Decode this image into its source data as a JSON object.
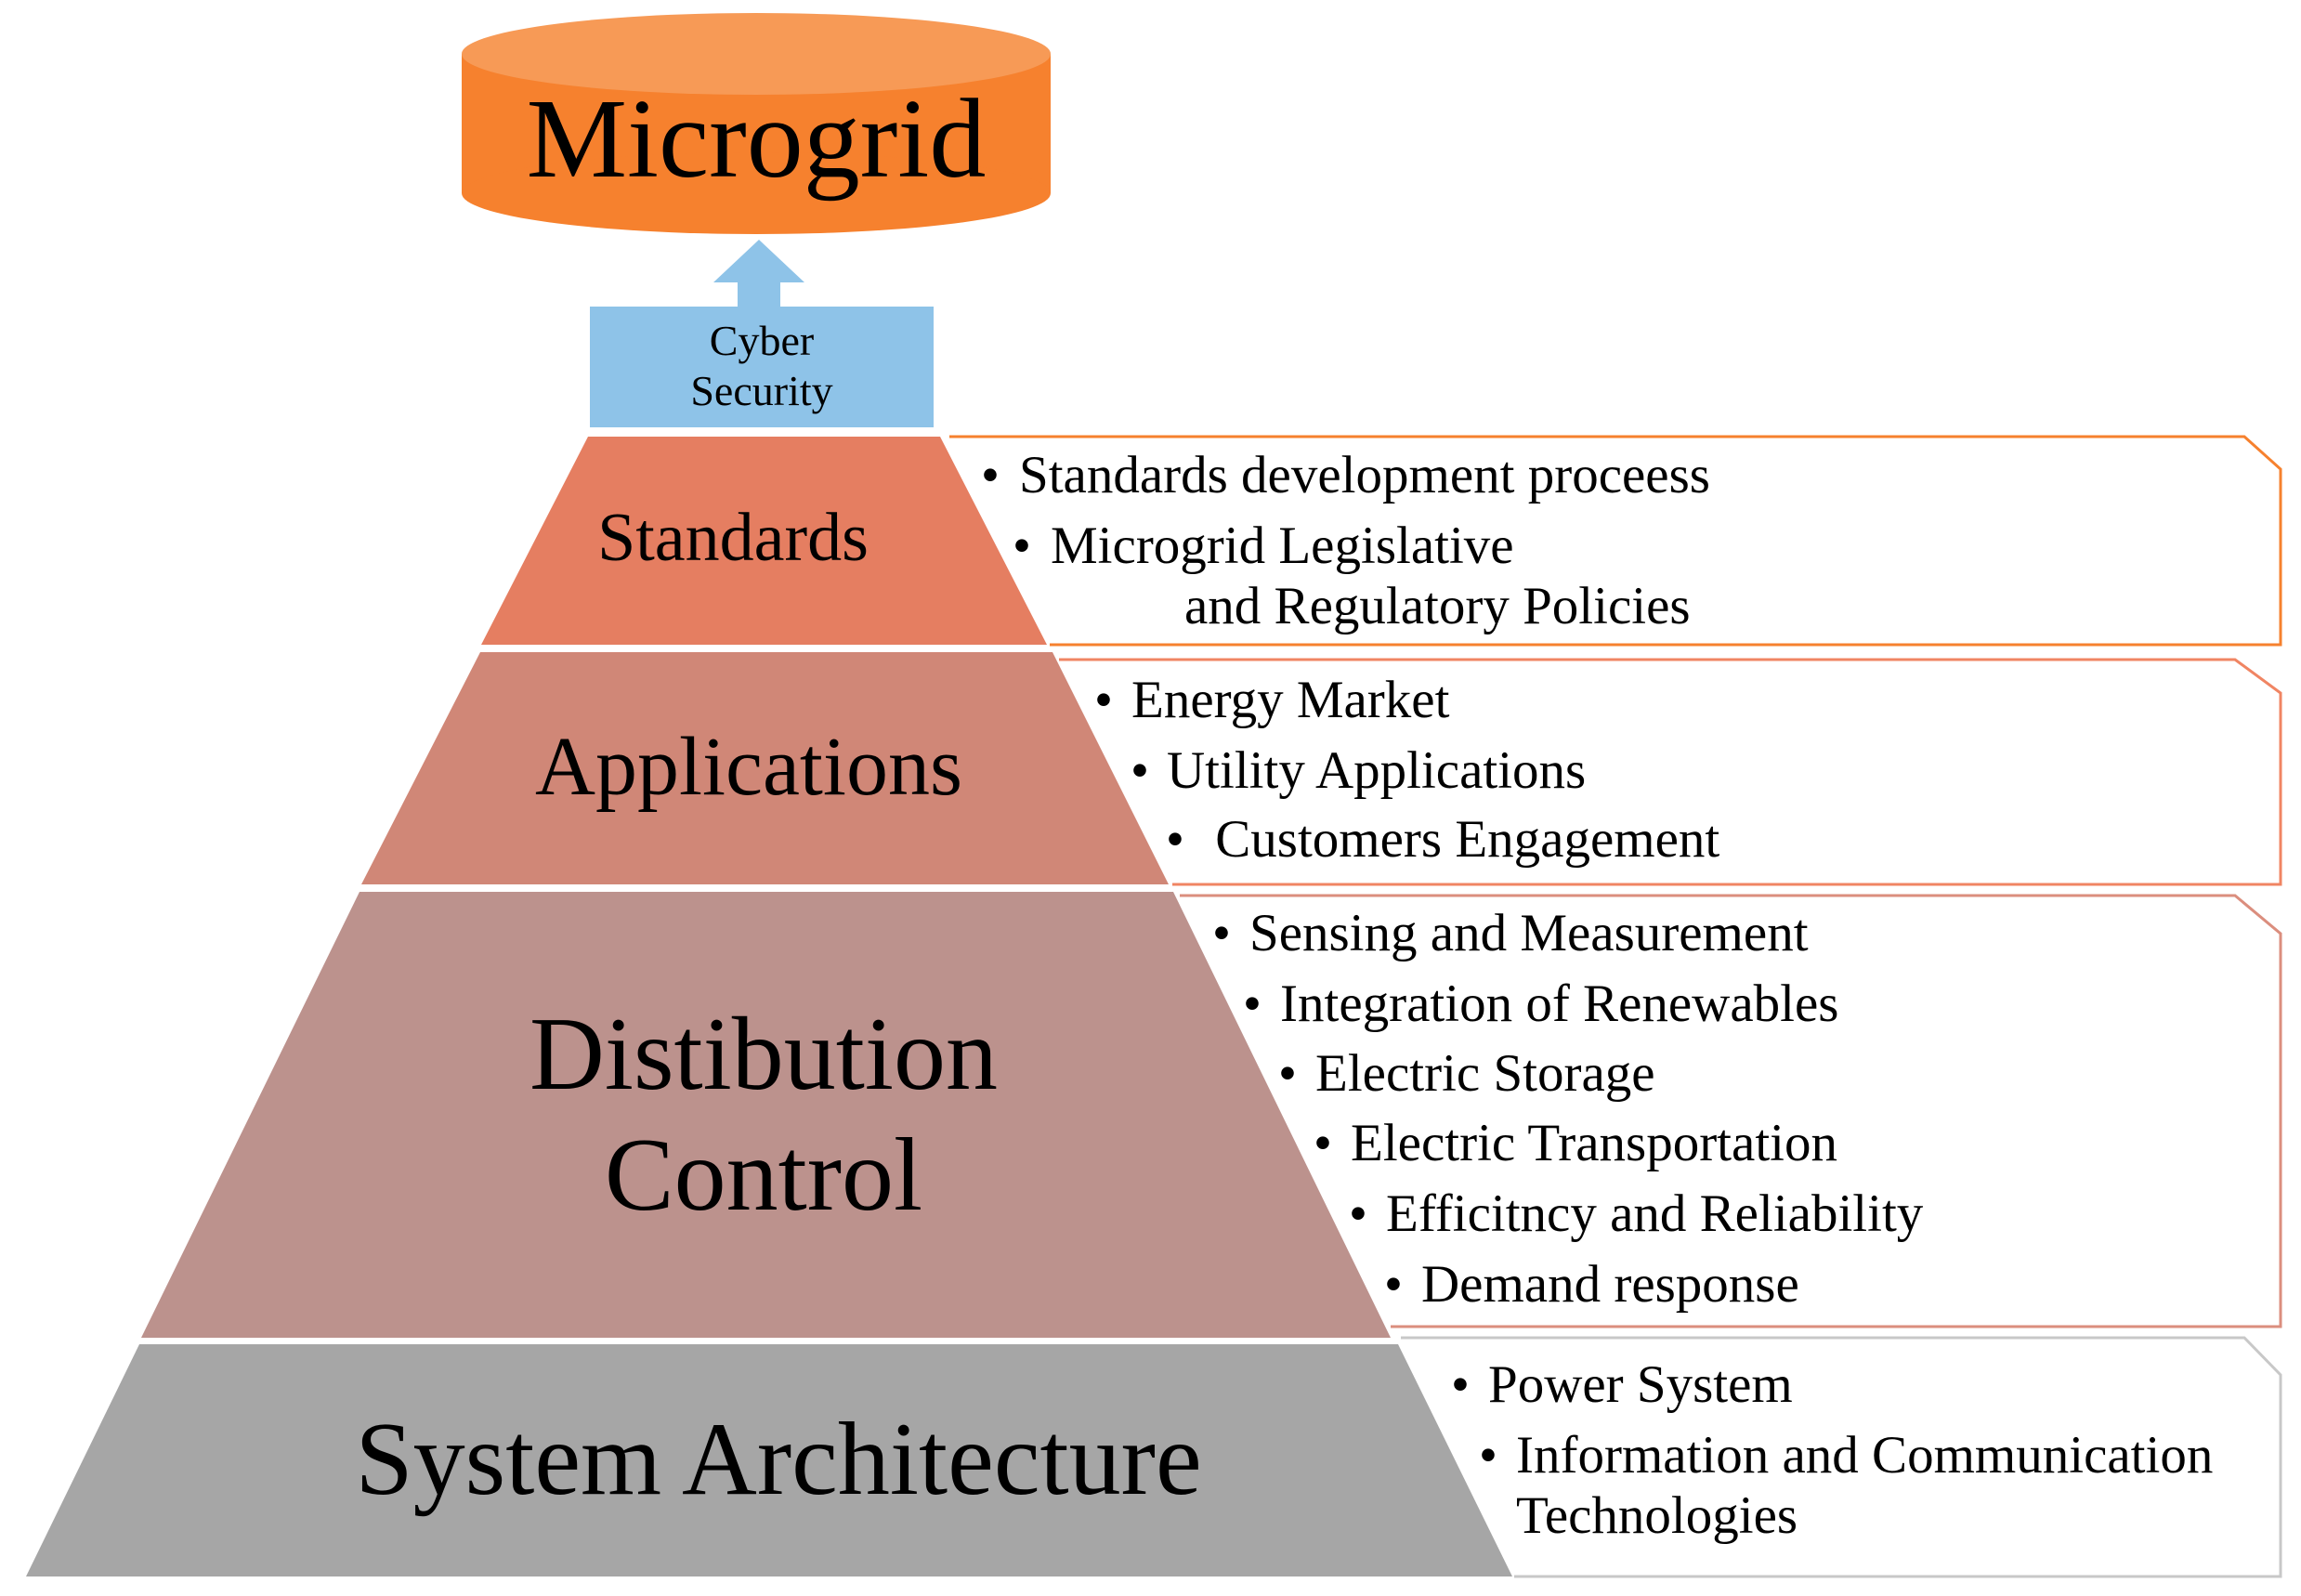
{
  "top": {
    "title": "Microgrid",
    "color": "#F6812E"
  },
  "arrow": {
    "line1": "Cyber",
    "line2": "Security",
    "color": "#8EC3E8"
  },
  "layers": [
    {
      "id": "standards",
      "label_lines": [
        "Standards"
      ],
      "fill": "#E57E61",
      "border": "#F6812E",
      "bullets": [
        {
          "text": "Standards development proceess"
        },
        {
          "text": "Microgrid Legislative",
          "cont": "and Regulatory Policies"
        }
      ]
    },
    {
      "id": "applications",
      "label_lines": [
        "Applications"
      ],
      "fill": "#D08777",
      "border": "#F08563",
      "bullets": [
        {
          "text": "Energy Market"
        },
        {
          "text": "Utility Applications"
        },
        {
          "text": " Customers Engagement"
        }
      ]
    },
    {
      "id": "distribution-control",
      "label_lines": [
        "Distibution",
        "Control"
      ],
      "fill": "#BC928D",
      "border": "#DB8E7E",
      "bullets": [
        {
          "text": "Sensing and Measurement"
        },
        {
          "text": "Integration of Renewables"
        },
        {
          "text": "Electric Storage"
        },
        {
          "text": "Electric Transportation"
        },
        {
          "text": "Efficitncy and Reliability"
        },
        {
          "text": "Demand response"
        }
      ]
    },
    {
      "id": "system-architecture",
      "label_lines": [
        "System Architecture"
      ],
      "fill": "#A6A6A6",
      "border": "#C8C8C8",
      "bullets": [
        {
          "text": "Power System"
        },
        {
          "text": "Information and Communication",
          "cont": "Technologies"
        }
      ]
    }
  ]
}
